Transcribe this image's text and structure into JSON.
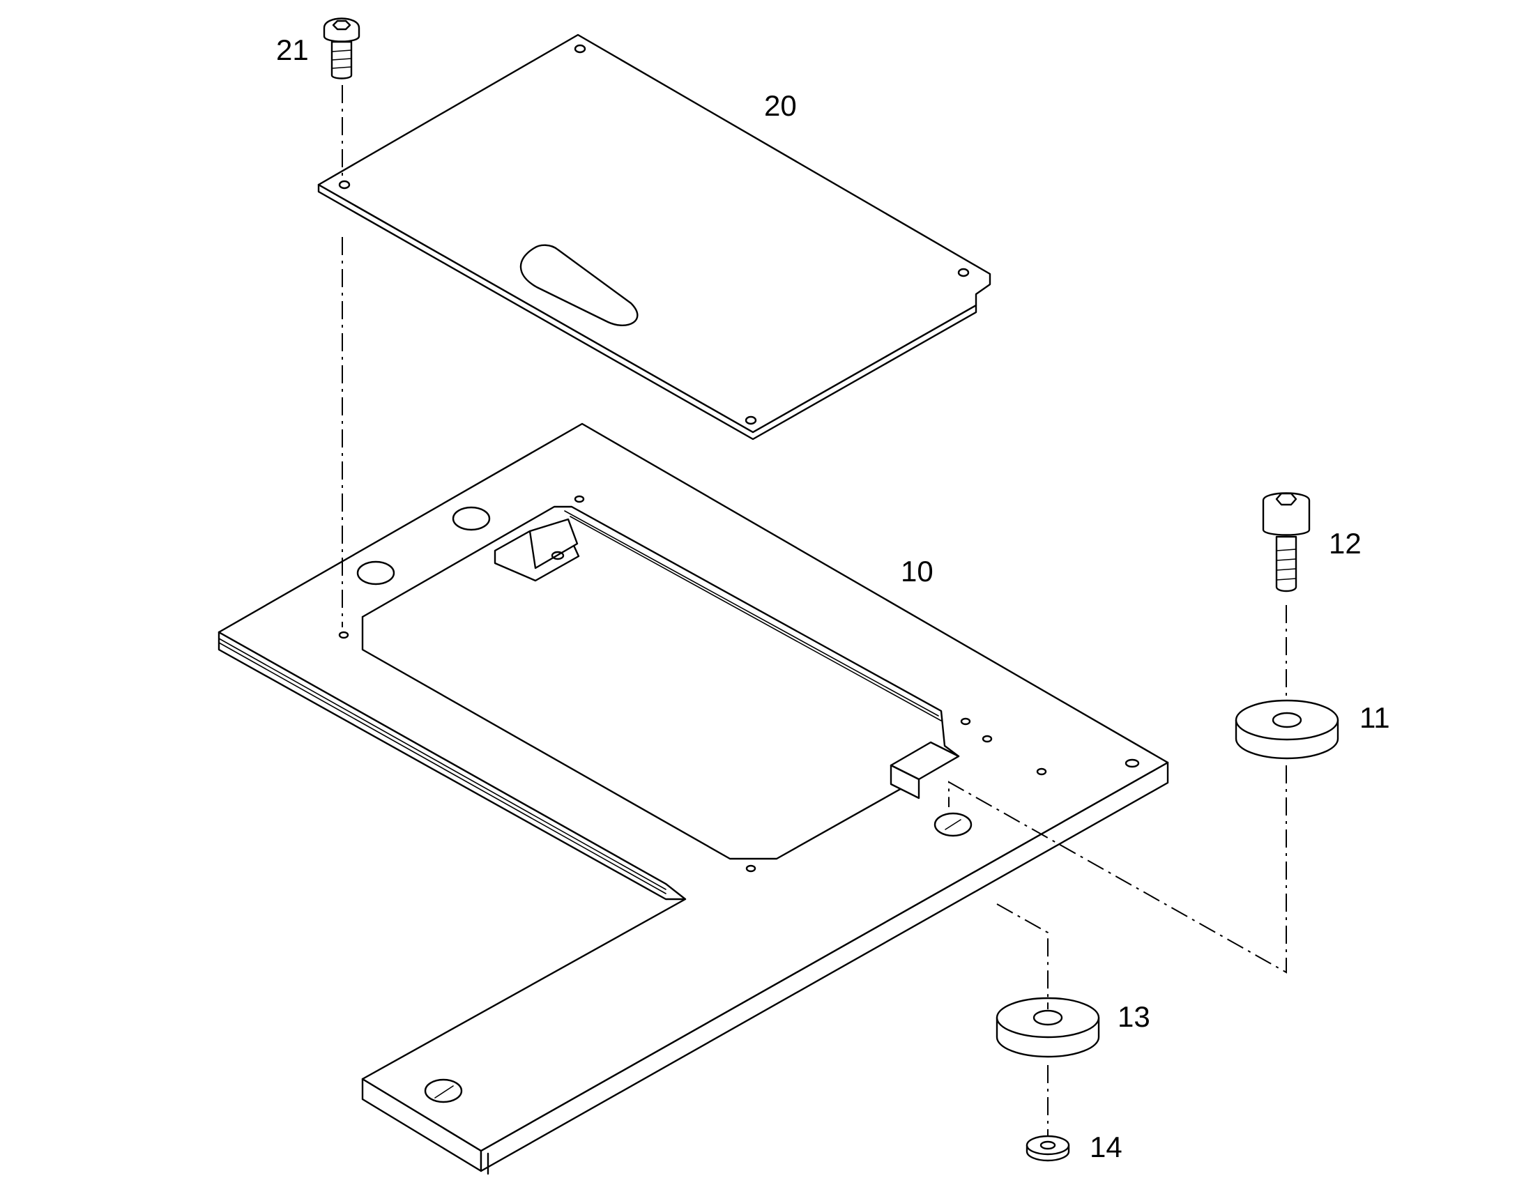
{
  "figure": "exploded parts diagram",
  "callouts": {
    "c10": "10",
    "c11": "11",
    "c12": "12",
    "c13": "13",
    "c14": "14",
    "c20": "20",
    "c21": "21"
  },
  "colors": {
    "line": "#000000",
    "background": "#ffffff"
  }
}
